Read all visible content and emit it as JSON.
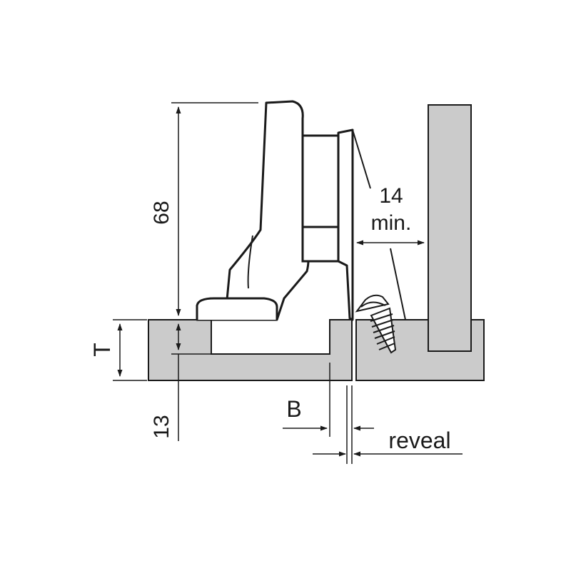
{
  "labels": {
    "height": "68",
    "clearance_value": "14",
    "clearance_qualifier": "min.",
    "thickness": "T",
    "bore_depth": "13",
    "bore_distance": "B",
    "reveal": "reveal"
  },
  "colors": {
    "line": "#1a1a1a",
    "panel_fill": "#cbcbcb",
    "background": "#ffffff"
  },
  "icons": {
    "screw": "screw-icon",
    "hinge": "hinge-icon"
  }
}
